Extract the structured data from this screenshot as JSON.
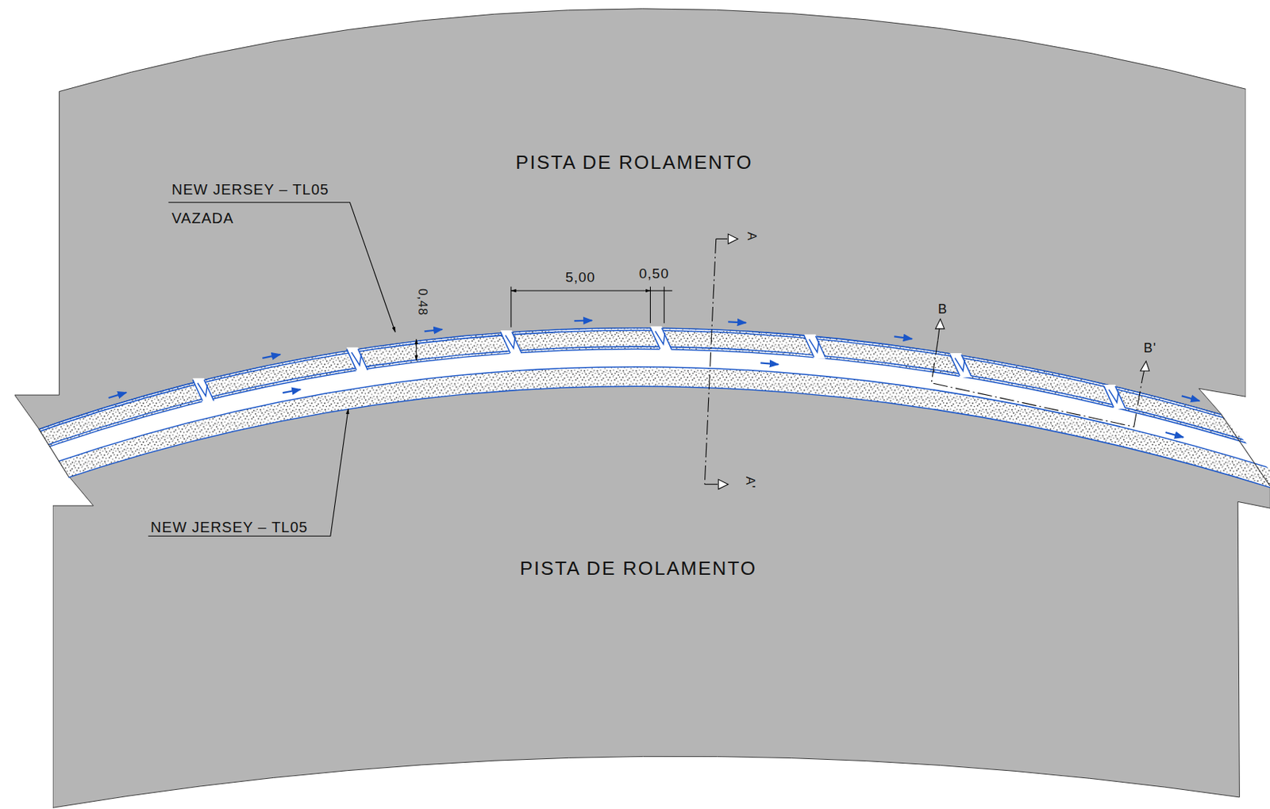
{
  "diagram": {
    "nodes": [
      {
        "text": [
          "PISTA DE ROLAMENTO"
        ]
      },
      {
        "text": [
          "PISTA DE ROLAMENTO"
        ]
      }
    ],
    "labels": [
      "NEW JERSEY – TL05",
      "VAZADA",
      "NEW JERSEY – TL05",
      "0,48",
      "5,00",
      "0,50",
      "A",
      "A'",
      "B",
      "B'"
    ]
  }
}
